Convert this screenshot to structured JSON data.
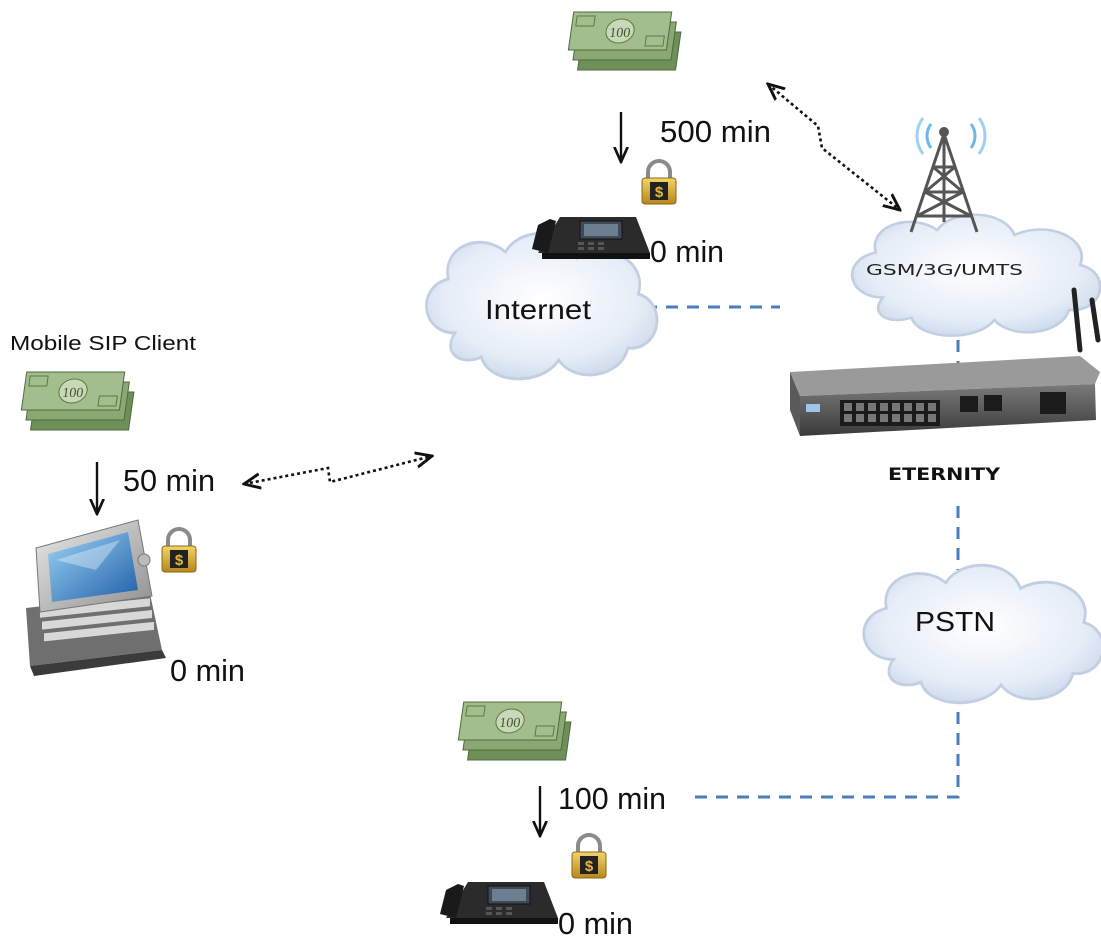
{
  "top": {
    "cash_minutes": "500 min",
    "phone_minutes": "0 min"
  },
  "left": {
    "title": "Mobile SIP Client",
    "cash_minutes": "50 min",
    "device_minutes": "0 min"
  },
  "bottom": {
    "cash_minutes": "100 min",
    "phone_minutes": "0 min"
  },
  "clouds": {
    "internet": "Internet",
    "gsm": "GSM/3G/UMTS",
    "pstn": "PSTN"
  },
  "device": {
    "name": "ETERNITY"
  },
  "colors": {
    "dashed_link": "#4a7ebb",
    "cloud_fill": "#dde6f3",
    "money_green": "#7b9a63",
    "lock_gold": "#c9a227"
  },
  "icons": [
    "money-stack-icon",
    "desk-phone-icon",
    "padlock-dollar-icon",
    "pda-device-icon",
    "cell-tower-icon",
    "pbx-appliance-icon",
    "cloud-icon",
    "arrow-down-icon",
    "double-arrow-icon"
  ]
}
